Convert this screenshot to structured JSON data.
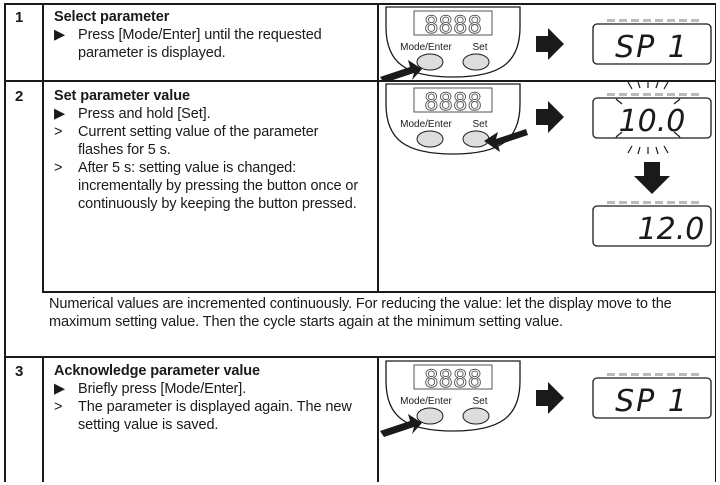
{
  "steps": [
    {
      "number": "1",
      "title": "Select parameter",
      "items": [
        {
          "marker": "▶",
          "text": "Press [Mode/Enter] until the requested parameter is displayed."
        }
      ],
      "figure": {
        "btn_mode": "Mode/Enter",
        "btn_set": "Set",
        "display": "SP 1"
      }
    },
    {
      "number": "2",
      "title": "Set parameter value",
      "items": [
        {
          "marker": "▶",
          "text": "Press and hold [Set]."
        },
        {
          "marker": ">",
          "text": "Current setting value of the parameter flashes for 5 s."
        },
        {
          "marker": ">",
          "text": "After 5 s: setting value is changed: incrementally by pressing the button once or continuously by keeping the button pressed."
        }
      ],
      "figure": {
        "btn_mode": "Mode/Enter",
        "btn_set": "Set",
        "display_flash": "10.0",
        "display_result": "12.0"
      },
      "note": "Numerical values are incremented continuously. For reducing the value: let the display move to the maximum setting value. Then the cycle starts again at the minimum setting value."
    },
    {
      "number": "3",
      "title": "Acknowledge parameter value",
      "items": [
        {
          "marker": "▶",
          "text": "Briefly press [Mode/Enter]."
        },
        {
          "marker": ">",
          "text": "The parameter is displayed again. The new setting value is saved."
        }
      ],
      "figure": {
        "btn_mode": "Mode/Enter",
        "btn_set": "Set",
        "display": "SP 1"
      }
    }
  ]
}
